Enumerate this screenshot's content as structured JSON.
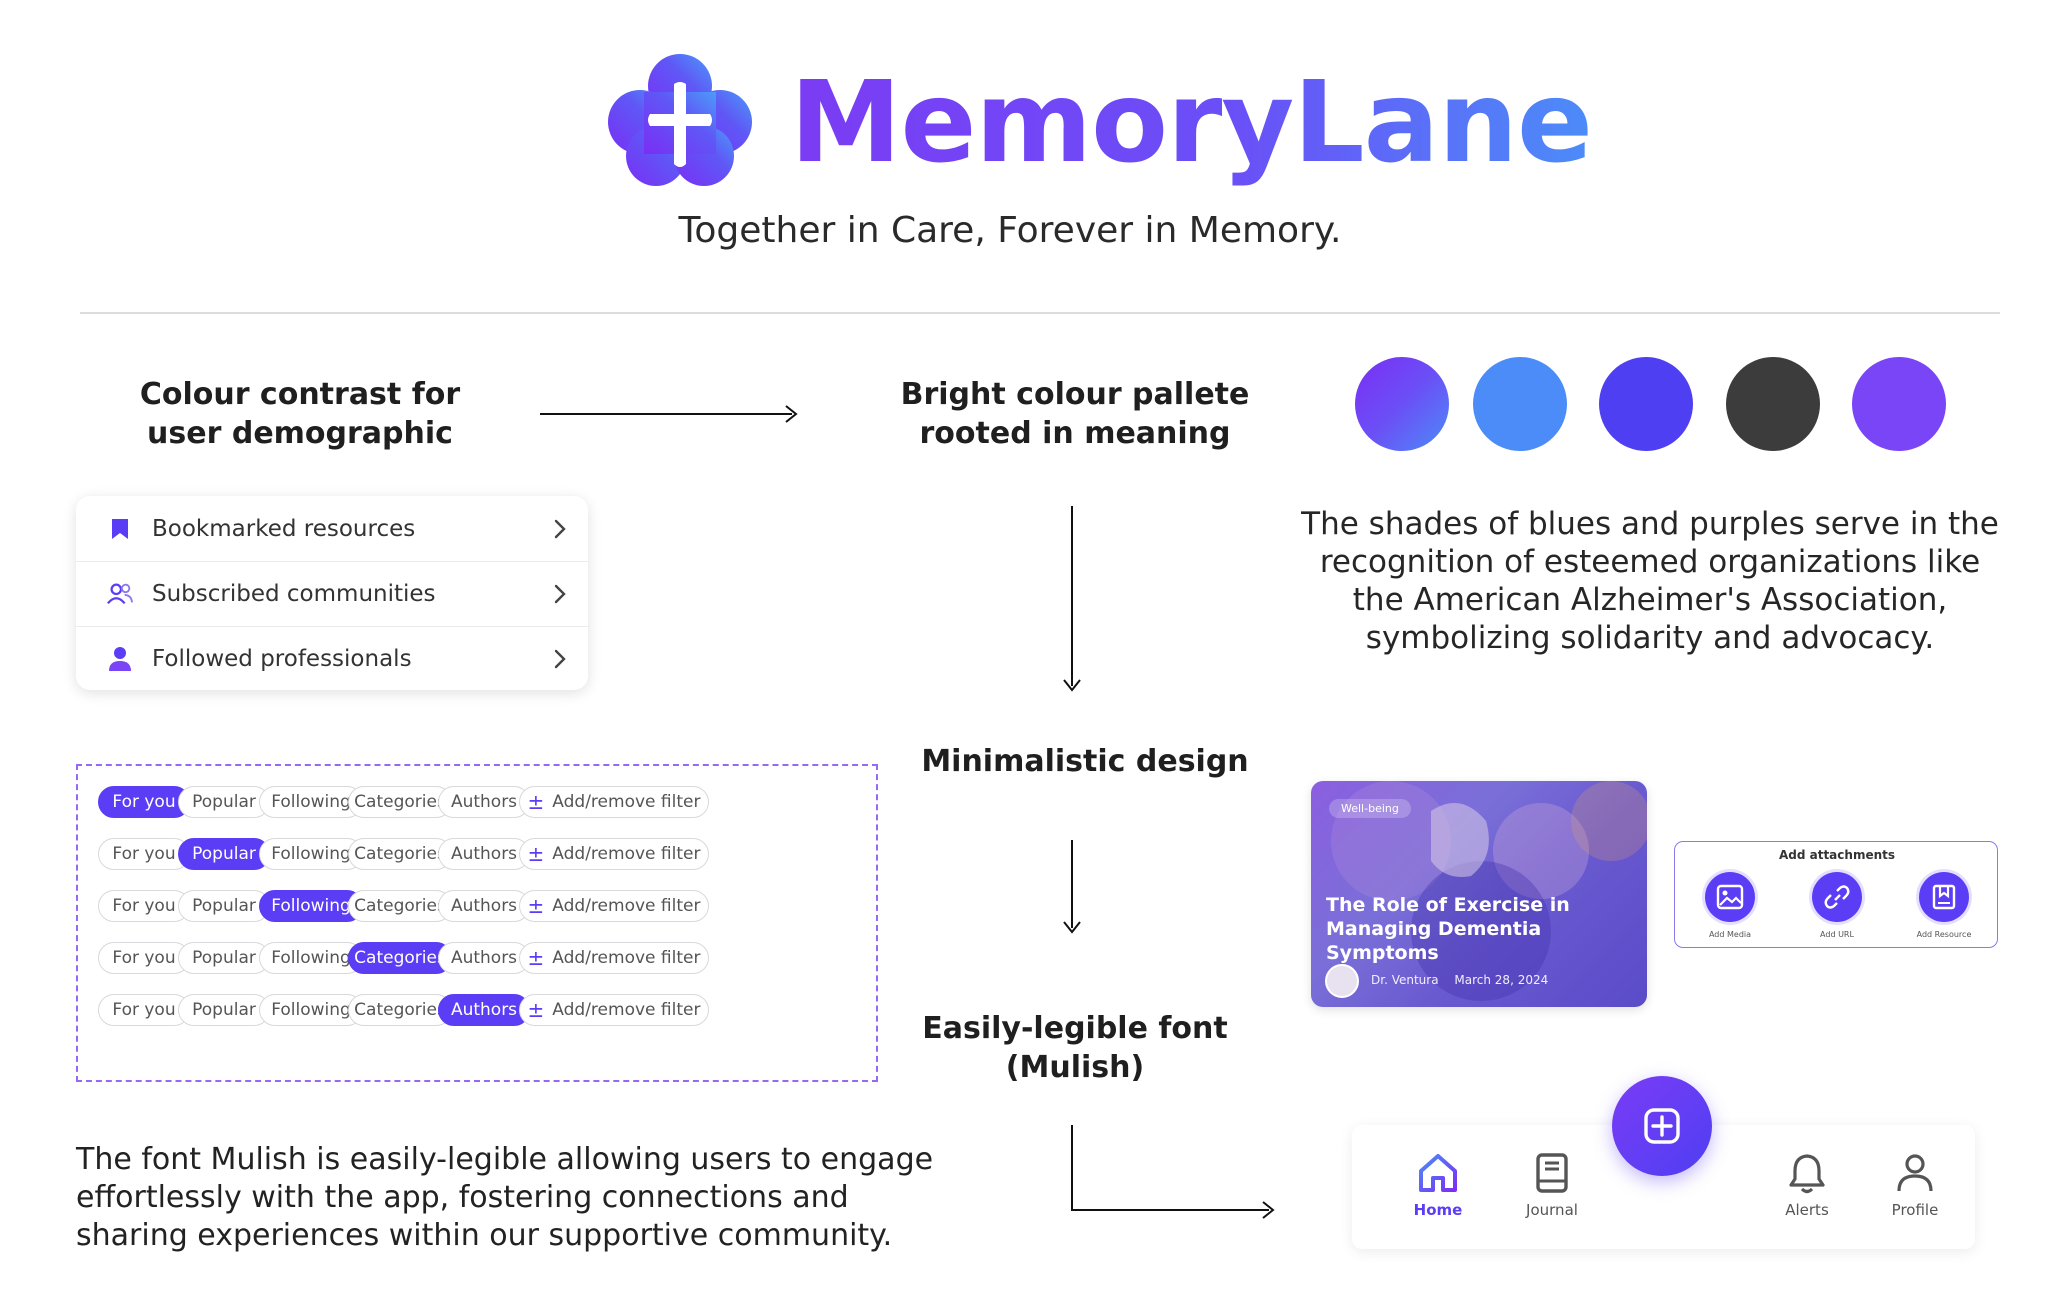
{
  "header": {
    "brand_name": "MemoryLane",
    "tagline": "Together in Care, Forever in Memory."
  },
  "sections": {
    "contrast_heading": "Colour contrast for user demographic",
    "palette_heading": "Bright colour pallete rooted in meaning",
    "minimal_heading": "Minimalistic design",
    "font_heading": "Easily-legible font (Mulish)",
    "palette_description": "The shades of blues and purples serve in the recognition of esteemed organizations like the American Alzheimer's Association, symbolizing solidarity and advocacy.",
    "font_description": "The font Mulish is easily-legible allowing users to engage effortlessly with the app, fostering connections and sharing experiences within our supportive community."
  },
  "palette": {
    "colors": [
      "#7a3cf6",
      "#4c8cf8",
      "#4f3ff2",
      "#3c3c3c",
      "#7a45f7"
    ],
    "gradient_end": "#4c8cf8"
  },
  "profile_list": {
    "items": [
      {
        "label": "Bookmarked resources",
        "icon": "bookmark-icon"
      },
      {
        "label": "Subscribed communities",
        "icon": "group-icon"
      },
      {
        "label": "Followed professionals",
        "icon": "person-icon"
      }
    ]
  },
  "filters": {
    "labels": [
      "For you",
      "Popular",
      "Following",
      "Categories",
      "Authors"
    ],
    "add_label": "Add/remove filter",
    "active_per_row": [
      0,
      1,
      2,
      3,
      4
    ]
  },
  "article": {
    "tag": "Well-being",
    "title": "The Role of Exercise in Managing Dementia Symptoms",
    "author": "Dr. Ventura",
    "date": "March 28, 2024"
  },
  "attachments": {
    "title": "Add attachments",
    "items": [
      {
        "label": "Add Media",
        "icon": "image-icon"
      },
      {
        "label": "Add URL",
        "icon": "link-icon"
      },
      {
        "label": "Add Resource",
        "icon": "resource-icon"
      }
    ]
  },
  "bottom_nav": {
    "items": [
      {
        "label": "Home",
        "icon": "home-icon"
      },
      {
        "label": "Journal",
        "icon": "journal-icon"
      },
      {
        "label": "Alerts",
        "icon": "bell-icon"
      },
      {
        "label": "Profile",
        "icon": "profile-icon"
      }
    ],
    "active_index": 0,
    "fab_icon": "plus-icon"
  }
}
